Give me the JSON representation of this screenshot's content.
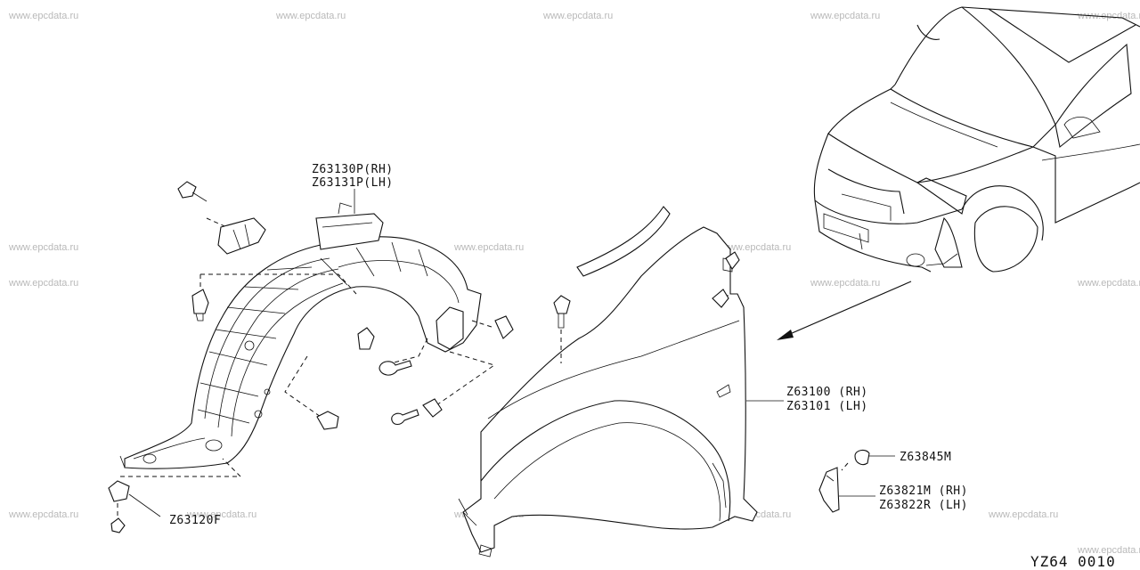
{
  "watermark": "www.epcdata.ru",
  "diagram_code": "YZ64 0010",
  "callouts": {
    "splash_shield_rh": "Z63130P(RH)",
    "splash_shield_lh": "Z63131P(LH)",
    "clip": "Z63120F",
    "fender_rh": "Z63100 (RH)",
    "fender_lh": "Z63101 (LH)",
    "screw": "Z63845M",
    "bracket_rh": "Z63821M (RH)",
    "bracket_lh": "Z63822R (LH)"
  }
}
